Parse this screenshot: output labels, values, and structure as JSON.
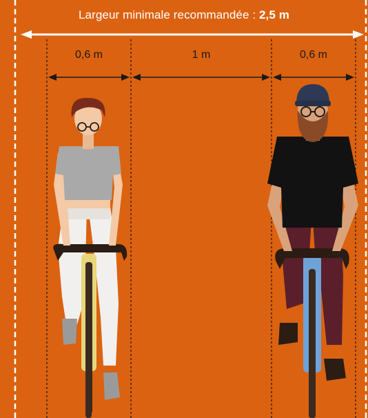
{
  "title": {
    "prefix": "Largeur minimale recommandée : ",
    "value": "2,5 m"
  },
  "dimensions": [
    {
      "label": "0,6 m"
    },
    {
      "label": "1 m"
    },
    {
      "label": "0,6 m"
    }
  ],
  "colors": {
    "background": "#db6210",
    "text_light": "#ffffff",
    "text_dark": "#1a1a1a"
  },
  "icons": [
    "woman-cyclist-illustration",
    "bearded-man-cyclist-illustration"
  ]
}
